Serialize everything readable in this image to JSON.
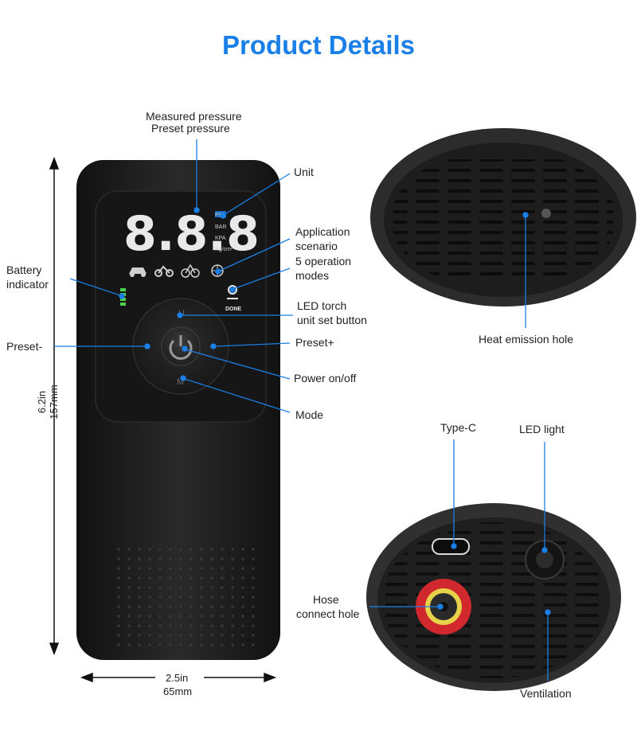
{
  "title": "Product Details",
  "device": {
    "display_digits": "8.8.8",
    "units": [
      "PSI",
      "BAR",
      "KPA",
      "Kg/cm²"
    ],
    "done_text": "DONE",
    "buttons": {
      "top": "U",
      "left": "-",
      "right": "+",
      "bottom": "M"
    }
  },
  "labels": {
    "measured_pressure": "Measured pressure",
    "preset_pressure": "Preset pressure",
    "unit": "Unit",
    "application_scenario_1": "Application",
    "application_scenario_2": "scenario",
    "operation_modes_1": "5 operation",
    "operation_modes_2": "modes",
    "battery_indicator_1": "Battery",
    "battery_indicator_2": "indicator",
    "led_torch_1": "LED torch",
    "led_torch_2": "unit set button",
    "preset_minus": "Preset-",
    "preset_plus": "Preset+",
    "power": "Power on/off",
    "mode": "Mode",
    "heat_emission_hole": "Heat emission hole",
    "type_c": "Type-C",
    "led_light": "LED light",
    "hose_connect_1": "Hose",
    "hose_connect_2": "connect hole",
    "ventilation": "Ventilation"
  },
  "dimensions": {
    "height_in": "6.2in",
    "height_mm": "157mm",
    "width_in": "2.5in",
    "width_mm": "65mm"
  },
  "colors": {
    "title": "#1a7fe6",
    "leader_lines": "#1a7fe6",
    "device_body": "#1b1b1b",
    "hose_connector_ring": "#d0282c",
    "battery_led": "#4cd14c"
  }
}
